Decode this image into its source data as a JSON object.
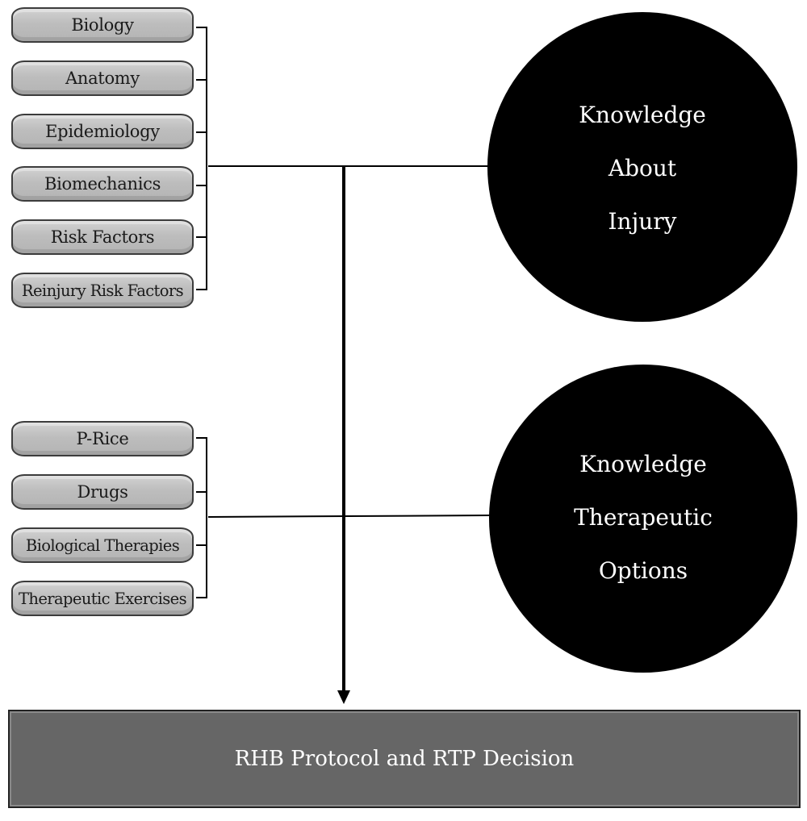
{
  "injury_factors": [
    "Biology",
    "Anatomy",
    "Epidemiology",
    "Biomechanics",
    "Risk Factors",
    "Reinjury Risk Factors"
  ],
  "therapy_options": [
    "P-Rice",
    "Drugs",
    "Biological Therapies",
    "Therapeutic Exercises"
  ],
  "circle_injury": {
    "line1": "Knowledge",
    "line2": "About",
    "line3": "Injury"
  },
  "circle_therapy": {
    "line1": "Knowledge",
    "line2": "Therapeutic",
    "line3": "Options"
  },
  "result": {
    "label": "RHB Protocol and RTP Decision"
  },
  "colors": {
    "pill_fill": "#bdbdbd",
    "circle_fill": "#000000",
    "result_fill": "#666666",
    "line": "#000000"
  }
}
